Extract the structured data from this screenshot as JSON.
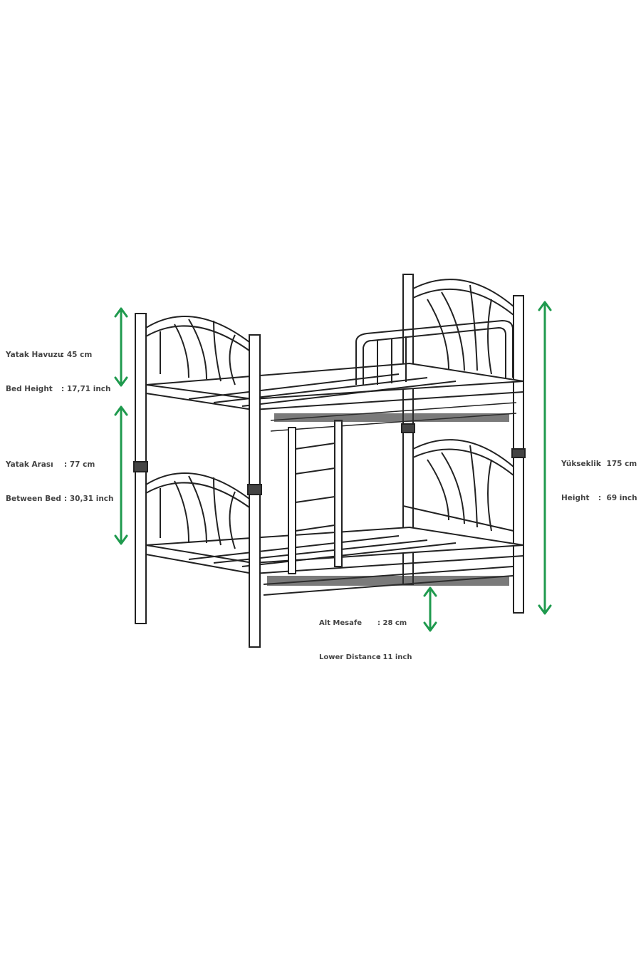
{
  "accent_color": "#1f9a4e",
  "dimensions": {
    "bed_height": {
      "label_tr": "Yatak Havuzu",
      "value_cm": ": 45 cm",
      "label_en": "Bed Height",
      "value_in": ": 17,71 inch"
    },
    "between_bed": {
      "label_tr": "Yatak Arası",
      "value_cm": ": 77 cm",
      "label_en": "Between Bed",
      "value_in": ": 30,31 inch"
    },
    "height": {
      "label_tr": "Yükseklik",
      "value_cm": ":  175 cm",
      "label_en": "Height",
      "value_in": ":  69 inch"
    },
    "lower_distance": {
      "label_tr": "Alt Mesafe",
      "value_cm": ": 28 cm",
      "label_en": "Lower Distance",
      "value_in": ": 11 inch"
    }
  }
}
